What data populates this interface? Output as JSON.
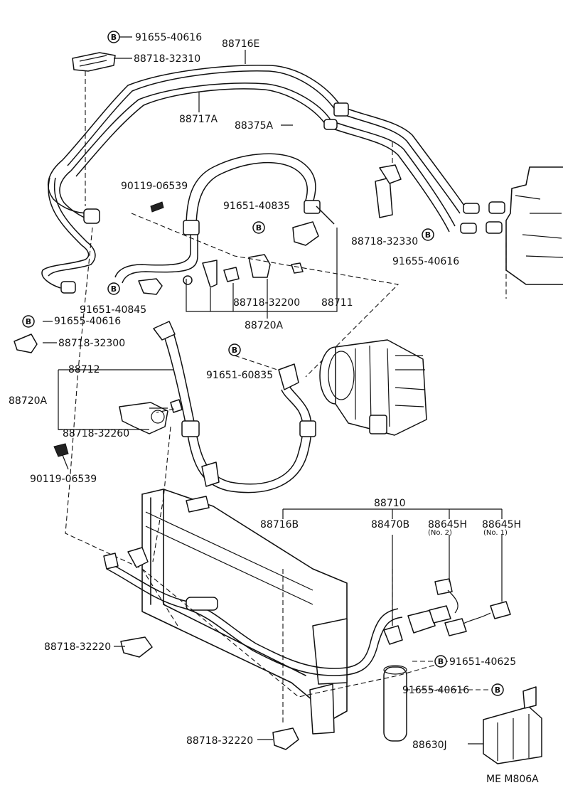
{
  "labels": {
    "l_91655_40616_a": "91655-40616",
    "l_88718_32310": "88718-32310",
    "l_88716E": "88716E",
    "l_88717A": "88717A",
    "l_88375A": "88375A",
    "l_90119_06539_a": "90119-06539",
    "l_91651_40835": "91651-40835",
    "l_88718_32330": "88718-32330",
    "l_91655_40616_b": "91655-40616",
    "l_88718_32200": "88718-32200",
    "l_88711": "88711",
    "l_88720A_a": "88720A",
    "l_91651_40845": "91651-40845",
    "l_91655_40616_c": "91655-40616",
    "l_88718_32300": "88718-32300",
    "l_91651_60835": "91651-60835",
    "l_88712": "88712",
    "l_88720A_b": "88720A",
    "l_88718_32260": "88718-32260",
    "l_90119_06539_b": "90119-06539",
    "l_88710": "88710",
    "l_88716B": "88716B",
    "l_88470B": "88470B",
    "l_88645H_2": "88645H",
    "l_no2": "(No. 2)",
    "l_88645H_1": "88645H",
    "l_no1": "(No. 1)",
    "l_88718_32220_a": "88718-32220",
    "l_91651_40625": "91651-40625",
    "l_91655_40616_d": "91655-40616",
    "l_88630J": "88630J",
    "l_88718_32220_b": "88718-32220",
    "l_code": "ME  M806A"
  },
  "badge_letter": "B",
  "colors": {
    "ink": "#111111",
    "paper": "#ffffff"
  }
}
